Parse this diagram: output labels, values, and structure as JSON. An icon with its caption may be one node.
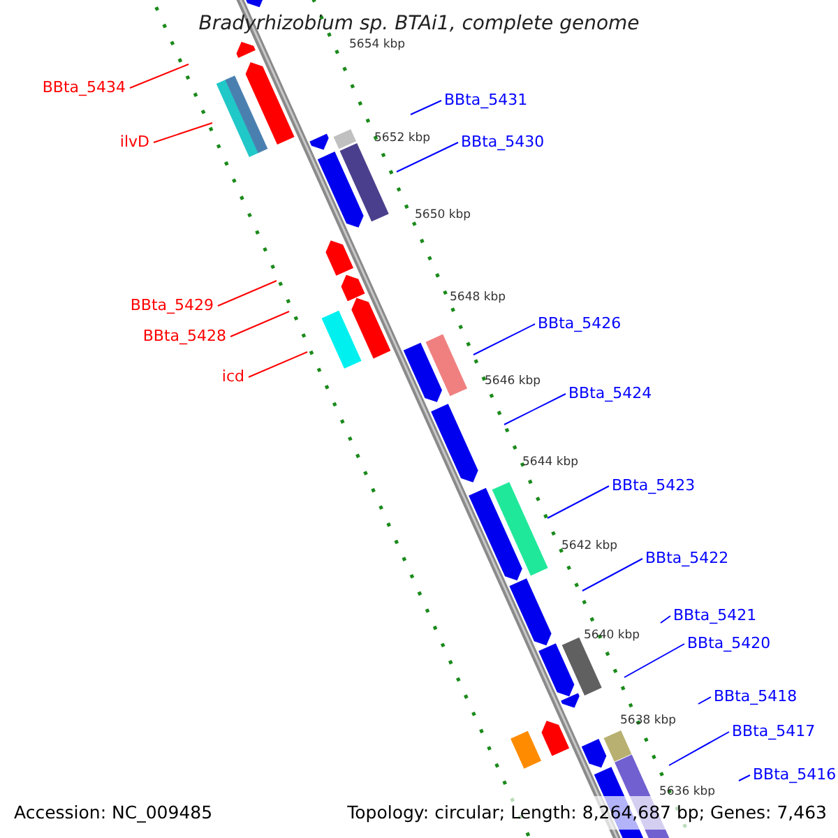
{
  "diagram": {
    "title": "Bradyrhizobium sp. BTAi1, complete genome",
    "nodes": [
      {
        "text": [
          "BBta_5434"
        ]
      },
      {
        "text": [
          "ilvD"
        ]
      },
      {
        "text": [
          "BBta_5429"
        ]
      },
      {
        "text": [
          "BBta_5428"
        ]
      },
      {
        "text": [
          "icd"
        ]
      },
      {
        "text": [
          "BBta_5431"
        ]
      },
      {
        "text": [
          "BBta_5430"
        ]
      },
      {
        "text": [
          "BBta_5426"
        ]
      },
      {
        "text": [
          "BBta_5424"
        ]
      },
      {
        "text": [
          "BBta_5423"
        ]
      },
      {
        "text": [
          "BBta_5422"
        ]
      },
      {
        "text": [
          "BBta_5421"
        ]
      },
      {
        "text": [
          "BBta_5420"
        ]
      },
      {
        "text": [
          "BBta_5418"
        ]
      },
      {
        "text": [
          "BBta_5417"
        ]
      },
      {
        "text": [
          "BBta_5416"
        ]
      }
    ],
    "edges": [
      {
        "from": 0,
        "to": null,
        "arrow": "none",
        "color": "#ff0000"
      },
      {
        "from": 1,
        "to": null,
        "arrow": "none",
        "color": "#ff0000"
      },
      {
        "from": 2,
        "to": null,
        "arrow": "none",
        "color": "#ff0000"
      },
      {
        "from": 3,
        "to": null,
        "arrow": "none",
        "color": "#ff0000"
      },
      {
        "from": 4,
        "to": null,
        "arrow": "none",
        "color": "#ff0000"
      },
      {
        "from": 5,
        "to": null,
        "arrow": "none"
      },
      {
        "from": 6,
        "to": null,
        "arrow": "none"
      },
      {
        "from": 7,
        "to": null,
        "arrow": "none"
      },
      {
        "from": 8,
        "to": null,
        "arrow": "none"
      },
      {
        "from": 9,
        "to": null,
        "arrow": "none"
      },
      {
        "from": 10,
        "to": null,
        "arrow": "none"
      },
      {
        "from": 11,
        "to": null,
        "arrow": "none"
      },
      {
        "from": 12,
        "to": null,
        "arrow": "none"
      },
      {
        "from": 13,
        "to": null,
        "arrow": "none"
      },
      {
        "from": 14,
        "to": null,
        "arrow": "none"
      },
      {
        "from": 15,
        "to": null,
        "arrow": "none"
      }
    ],
    "labels": [
      "5654 kbp",
      "5652 kbp",
      "5650 kbp",
      "5648 kbp",
      "5646 kbp",
      "5644 kbp",
      "5642 kbp",
      "5640 kbp",
      "5638 kbp",
      "5636 kbp",
      "Accession: NC_009485",
      "Topology: circular; Length: 8,264,687 bp; Genes: 7,463"
    ]
  }
}
